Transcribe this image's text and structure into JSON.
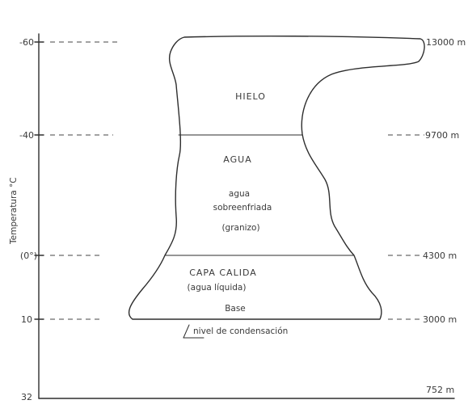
{
  "diagram": {
    "y_axis_label": "Temperatura °C",
    "temperature_ticks": [
      "-60",
      "-40",
      "(0°)",
      "10",
      "32"
    ],
    "altitude_ticks": [
      "13000 m",
      "9700 m",
      "4300 m",
      "3000 m",
      "752 m"
    ],
    "zones": {
      "ice": "HIELO",
      "water": "AGUA",
      "supercooled_1": "agua",
      "supercooled_2": "sobreenfriada",
      "supercooled_3": "(granizo)",
      "warm_layer_1": "CAPA CALIDA",
      "warm_layer_2": "(agua líquida)",
      "base": "Base"
    },
    "condensation_note": "nivel de condensación"
  }
}
